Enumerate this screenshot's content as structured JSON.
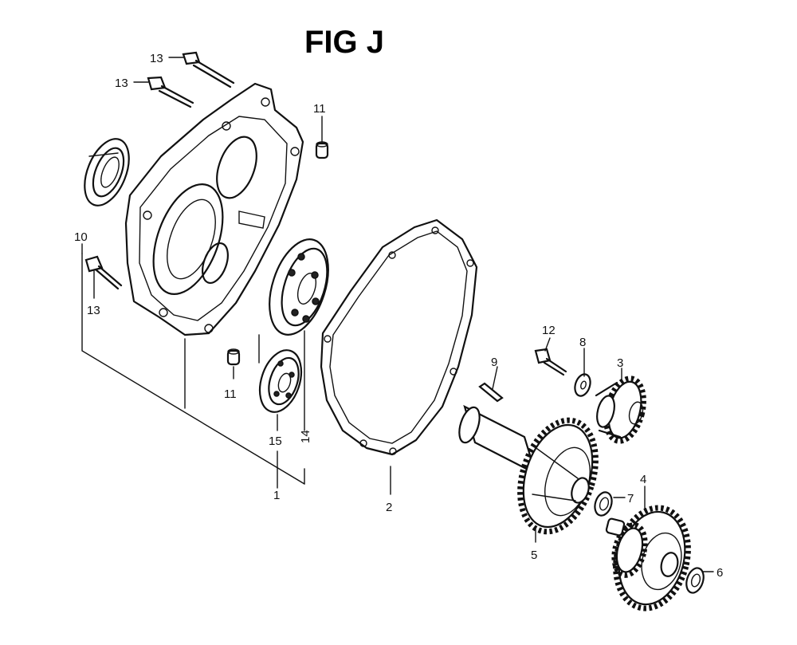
{
  "figure": {
    "title": "FIG J"
  },
  "callouts": {
    "c13a": "13",
    "c13b": "13",
    "c13c": "13",
    "c11a": "11",
    "c11b": "11",
    "c10": "10",
    "c15": "15",
    "c14": "14",
    "c1": "1",
    "c2": "2",
    "c9": "9",
    "c12": "12",
    "c8": "8",
    "c3": "3",
    "c7": "7",
    "c4": "4",
    "c5": "5",
    "c6": "6"
  }
}
